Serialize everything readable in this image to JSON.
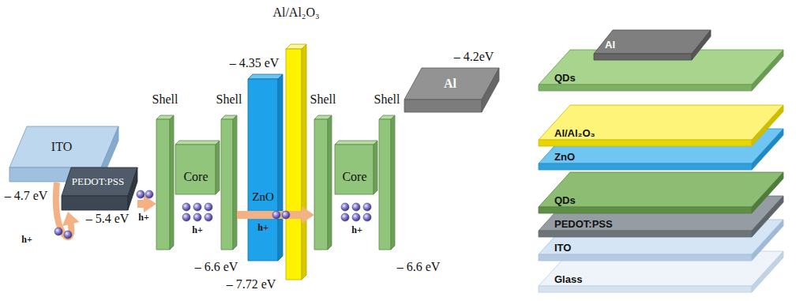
{
  "diagram": {
    "nodes": [
      {
        "text": [
          "ITO"
        ]
      },
      {
        "text": [
          "PEDOT:PSS"
        ]
      },
      {
        "text": [
          "Shell"
        ]
      },
      {
        "text": [
          "Core"
        ]
      },
      {
        "text": [
          "Shell"
        ]
      },
      {
        "text": [
          "ZnO"
        ]
      },
      {
        "text": [
          "Al/Al₂O₃"
        ]
      },
      {
        "text": [
          "Shell"
        ]
      },
      {
        "text": [
          "Core"
        ]
      },
      {
        "text": [
          "Shell"
        ]
      },
      {
        "text": [
          "Al"
        ]
      },
      {
        "text": [
          "Al"
        ]
      },
      {
        "text": [
          "QDs"
        ]
      },
      {
        "text": [
          "Al/Al₂O₃"
        ]
      },
      {
        "text": [
          "ZnO"
        ]
      },
      {
        "text": [
          "QDs"
        ]
      },
      {
        "text": [
          "PEDOT:PSS"
        ]
      },
      {
        "text": [
          "ITO"
        ]
      },
      {
        "text": [
          "Glass"
        ]
      }
    ],
    "edges": [
      {
        "from": 0,
        "to": 1,
        "arrow": "to"
      },
      {
        "from": 1,
        "to": 2,
        "arrow": "to"
      },
      {
        "from": 4,
        "to": 7,
        "arrow": "to"
      }
    ],
    "labels": [
      "– 4.35 eV",
      "– 4.2eV",
      "– 4.7 eV",
      "– 5.4 eV",
      "h+",
      "h+",
      "h+",
      "h+",
      "h+",
      "– 6.6 eV",
      "– 7.72 eV",
      "– 6.6 eV"
    ]
  }
}
